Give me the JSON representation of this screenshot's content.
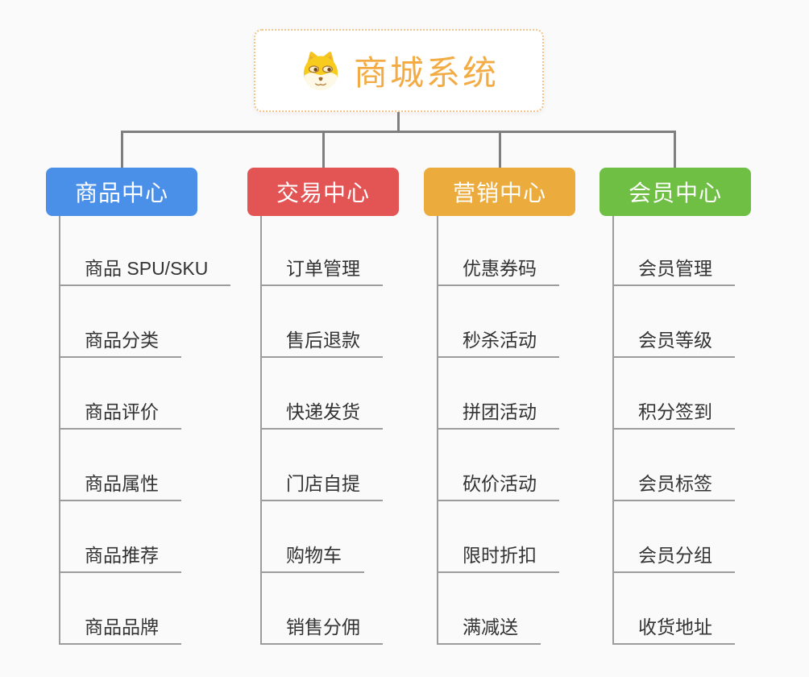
{
  "root": {
    "label": "商城系统",
    "icon": "dog-face-icon"
  },
  "colors": {
    "background": "#fafafa",
    "root_text": "#f3ac44",
    "root_border": "#f2c488",
    "connector": "#7f7f7f",
    "leaf_line": "#9c9c9c",
    "leaf_text": "#333333",
    "branch_text": "#ffffff"
  },
  "branches": [
    {
      "label": "商品中心",
      "color": "#4a90e8",
      "items": [
        "商品 SPU/SKU",
        "商品分类",
        "商品评价",
        "商品属性",
        "商品推荐",
        "商品品牌"
      ]
    },
    {
      "label": "交易中心",
      "color": "#e35555",
      "items": [
        "订单管理",
        "售后退款",
        "快递发货",
        "门店自提",
        "购物车",
        "销售分佣"
      ]
    },
    {
      "label": "营销中心",
      "color": "#ebab3d",
      "items": [
        "优惠券码",
        "秒杀活动",
        "拼团活动",
        "砍价活动",
        "限时折扣",
        "满减送"
      ]
    },
    {
      "label": "会员中心",
      "color": "#6fbf44",
      "items": [
        "会员管理",
        "会员等级",
        "积分签到",
        "会员标签",
        "会员分组",
        "收货地址"
      ]
    }
  ]
}
